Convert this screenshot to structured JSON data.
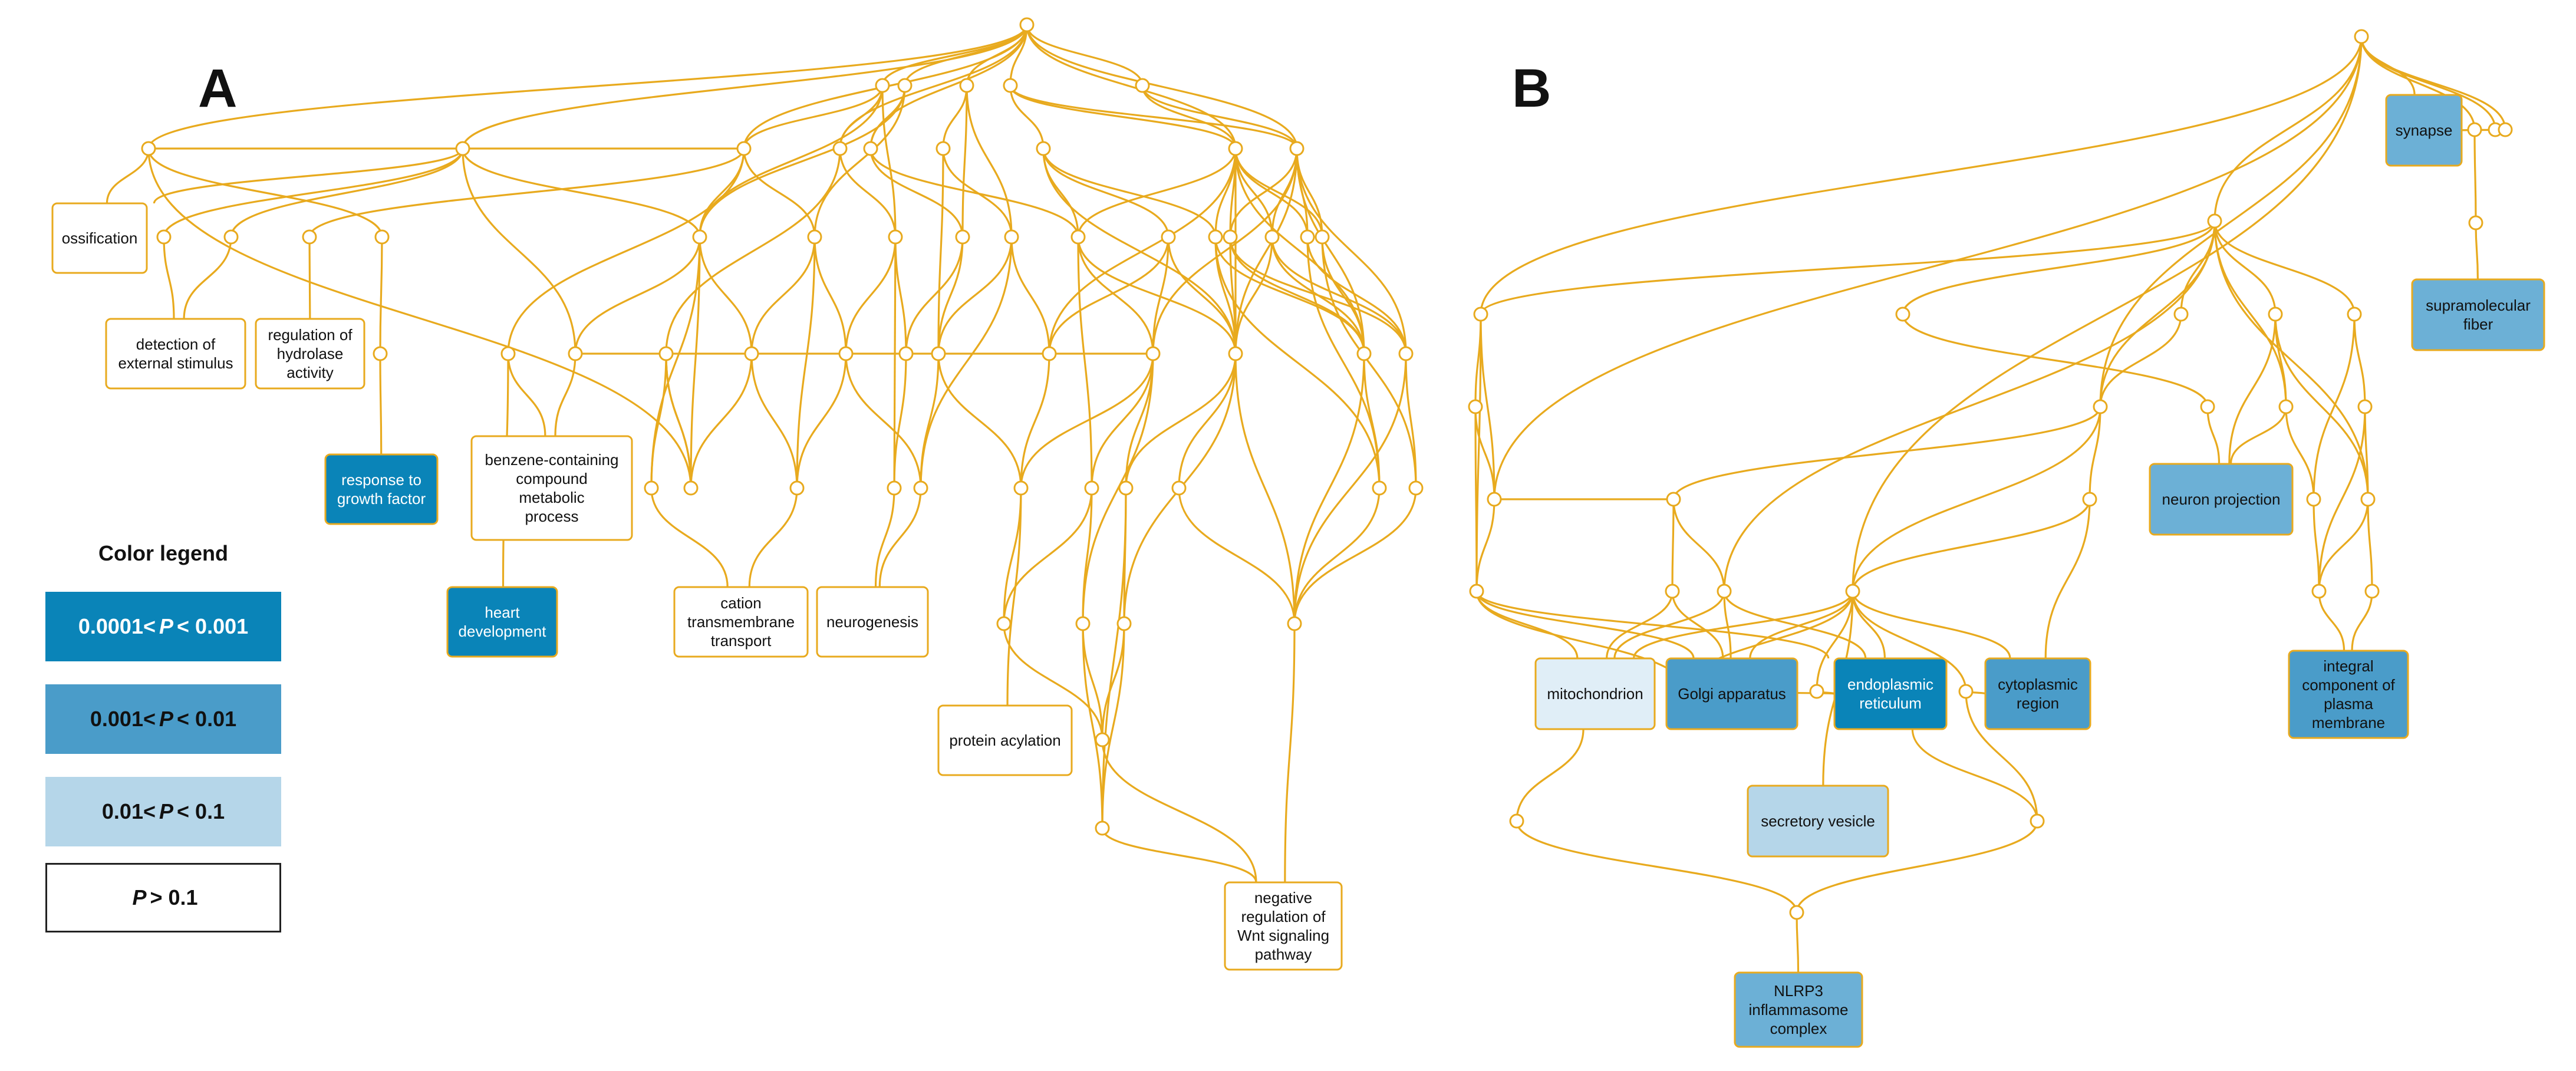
{
  "panels": {
    "a": "A",
    "b": "B"
  },
  "legend": {
    "title": "Color legend",
    "items": [
      {
        "prefix": "0.0001<",
        "sym": "P",
        "suffix": "< 0.001",
        "fill": "#0a84b8",
        "text_color": "#ffffff"
      },
      {
        "prefix": "0.001<",
        "sym": "P",
        "suffix": "< 0.01",
        "fill": "#4a9cc9",
        "text_color": "#111111"
      },
      {
        "prefix": "0.01<",
        "sym": "P",
        "suffix": "< 0.1",
        "fill": "#b5d6e9",
        "text_color": "#111111"
      },
      {
        "prefix": "",
        "sym": "P",
        "suffix": "> 0.1",
        "fill": "#ffffff",
        "text_color": "#111111"
      }
    ]
  },
  "colors": {
    "edge": "#e8aa1e",
    "p_0001_001": "#0a84b8",
    "p_001_01": "#4a9cc9",
    "p_001_01_mid": "#6cb0d6",
    "p_01_1": "#b5d6e9",
    "p_01_1_light": "#e0eef7",
    "p_gt_01": "#ffffff"
  },
  "terms": {
    "a": [
      {
        "id": "ossification",
        "lines": [
          "ossification"
        ],
        "level": "p_gt_01"
      },
      {
        "id": "detection-of-external-stimulus",
        "lines": [
          "detection of",
          "external stimulus"
        ],
        "level": "p_gt_01"
      },
      {
        "id": "regulation-of-hydrolase-activity",
        "lines": [
          "regulation of",
          "hydrolase",
          "activity"
        ],
        "level": "p_gt_01"
      },
      {
        "id": "response-to-growth-factor",
        "lines": [
          "response to",
          "growth factor"
        ],
        "level": "p_0001_001"
      },
      {
        "id": "benzene-containing-compound-metabolic-process",
        "lines": [
          "benzene-containing",
          "compound",
          "metabolic",
          "process"
        ],
        "level": "p_gt_01"
      },
      {
        "id": "heart-development",
        "lines": [
          "heart",
          "development"
        ],
        "level": "p_0001_001"
      },
      {
        "id": "cation-transmembrane-transport",
        "lines": [
          "cation",
          "transmembrane",
          "transport"
        ],
        "level": "p_gt_01"
      },
      {
        "id": "neurogenesis",
        "lines": [
          "neurogenesis"
        ],
        "level": "p_gt_01"
      },
      {
        "id": "protein-acylation",
        "lines": [
          "protein acylation"
        ],
        "level": "p_gt_01"
      },
      {
        "id": "negative-regulation-of-wnt-signaling-pathway",
        "lines": [
          "negative",
          "regulation of",
          "Wnt signaling",
          "pathway"
        ],
        "level": "p_gt_01"
      }
    ],
    "b": [
      {
        "id": "synapse",
        "lines": [
          "synapse"
        ],
        "level": "p_001_01_mid"
      },
      {
        "id": "supramolecular-fiber",
        "lines": [
          "supramolecular",
          "fiber"
        ],
        "level": "p_001_01_mid"
      },
      {
        "id": "neuron-projection",
        "lines": [
          "neuron projection"
        ],
        "level": "p_001_01_mid"
      },
      {
        "id": "integral-component-of-plasma-membrane",
        "lines": [
          "integral",
          "component of",
          "plasma",
          "membrane"
        ],
        "level": "p_001_01"
      },
      {
        "id": "mitochondrion",
        "lines": [
          "mitochondrion"
        ],
        "level": "p_01_1_light"
      },
      {
        "id": "golgi-apparatus",
        "lines": [
          "Golgi apparatus"
        ],
        "level": "p_001_01"
      },
      {
        "id": "endoplasmic-reticulum",
        "lines": [
          "endoplasmic",
          "reticulum"
        ],
        "level": "p_0001_001"
      },
      {
        "id": "cytoplasmic-region",
        "lines": [
          "cytoplasmic",
          "region"
        ],
        "level": "p_001_01"
      },
      {
        "id": "secretory-vesicle",
        "lines": [
          "secretory vesicle"
        ],
        "level": "p_01_1"
      },
      {
        "id": "nlrp3-inflammasome-complex",
        "lines": [
          "NLRP3",
          "inflammasome",
          "complex"
        ],
        "level": "p_001_01_mid"
      }
    ]
  }
}
